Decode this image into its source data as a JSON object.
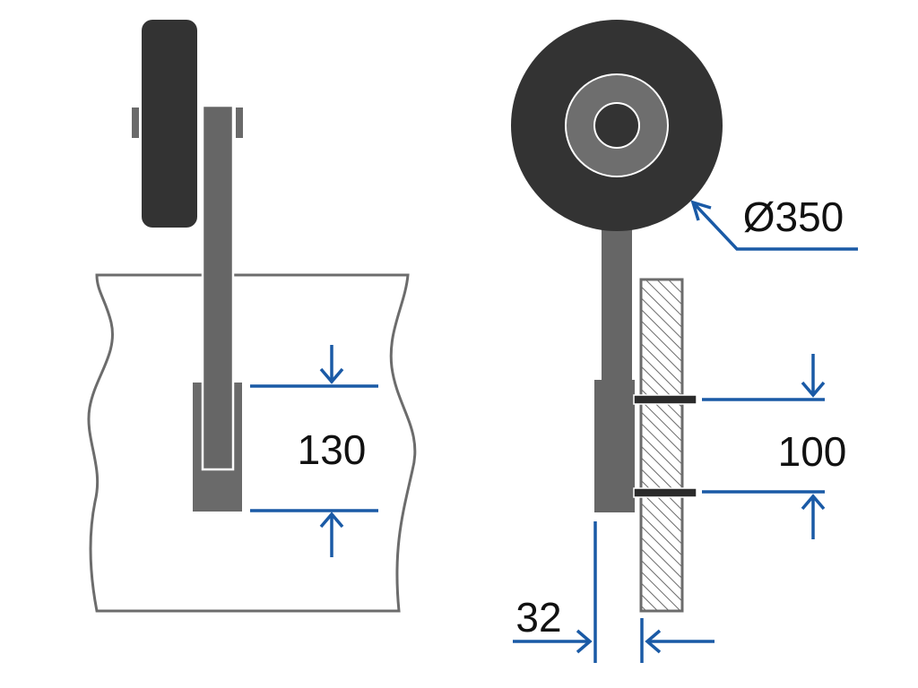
{
  "colors": {
    "background": "#ffffff",
    "tire": "#333333",
    "rim": "#6e6e6e",
    "bracket": "#6a6a6a",
    "tube": "#666666",
    "outline": "#6c6c6c",
    "dimension": "#1a5aa6",
    "bolt": "#2b2b2b",
    "hatch": "#6a6a6a"
  },
  "left_view": {
    "dimension_label": "130"
  },
  "right_view": {
    "diameter_label": "Ø350",
    "hole_spacing_label": "100",
    "clamp_width_label": "32"
  }
}
